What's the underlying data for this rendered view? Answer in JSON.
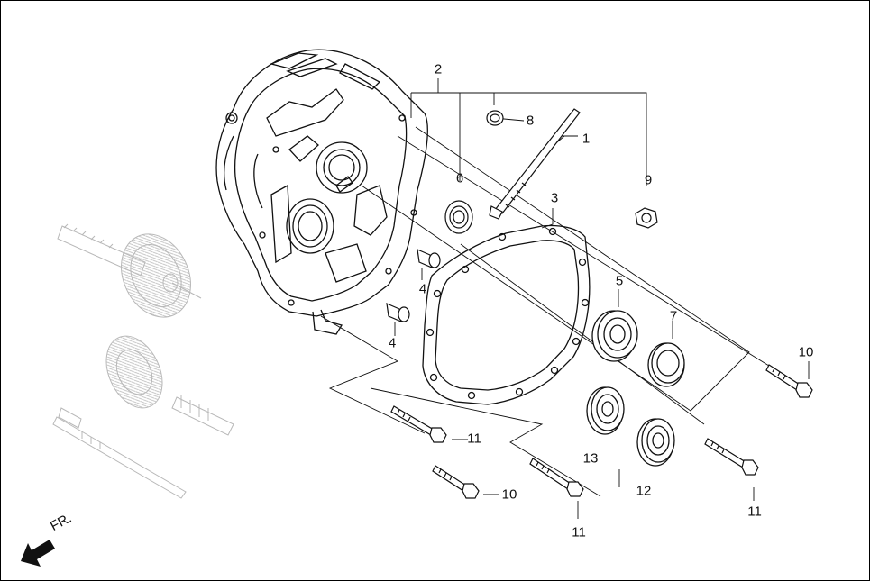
{
  "callouts": {
    "c1": "1",
    "c2": "2",
    "c3": "3",
    "c4a": "4",
    "c4b": "4",
    "c5": "5",
    "c6": "6",
    "c7": "7",
    "c8": "8",
    "c9": "9",
    "c10a": "10",
    "c10b": "10",
    "c11a": "11",
    "c11b": "11",
    "c11c": "11",
    "c12": "12",
    "c13": "13"
  },
  "direction": {
    "label": "FR."
  },
  "colors": {
    "line": "#111111",
    "ghost": "#b8b8b8",
    "background": "#ffffff"
  }
}
